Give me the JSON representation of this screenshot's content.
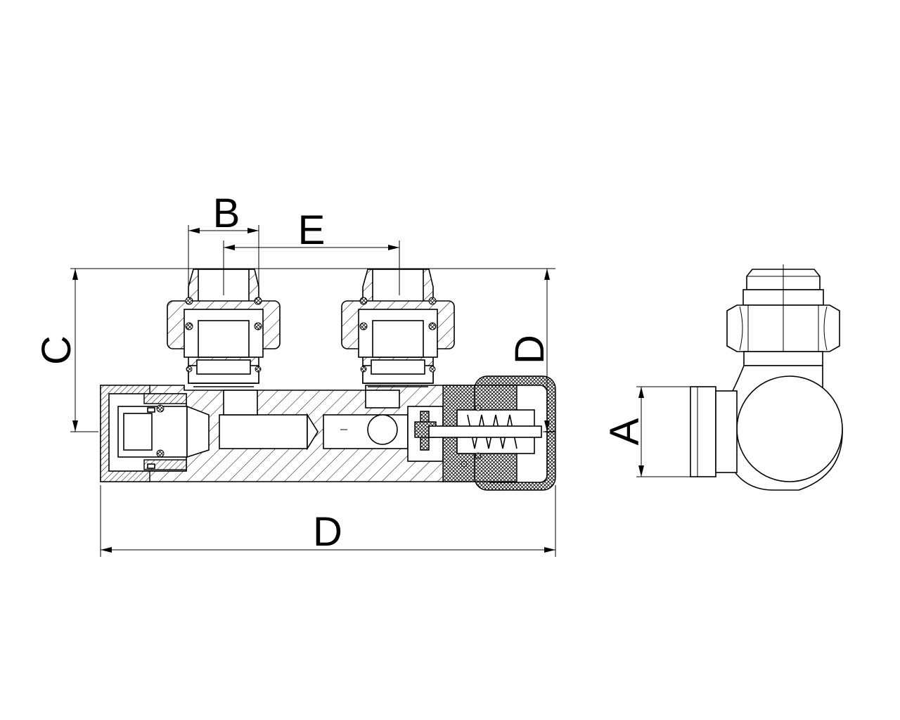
{
  "dimension_labels": {
    "b": "B",
    "e": "E",
    "c": "C",
    "d_vertical": "D",
    "d_horizontal": "D",
    "a": "A"
  }
}
